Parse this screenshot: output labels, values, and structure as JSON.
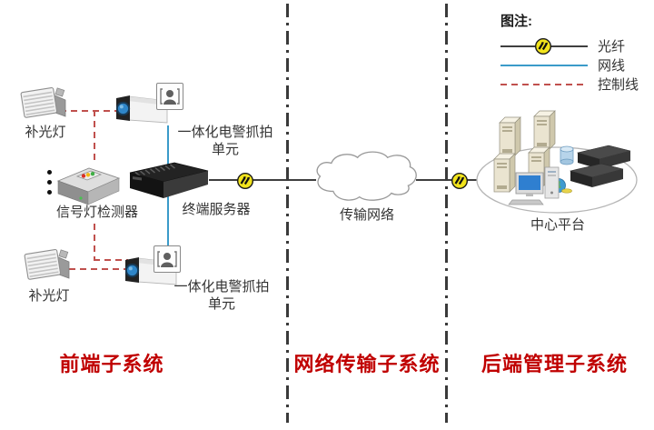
{
  "legend": {
    "title": "图注:",
    "items": [
      {
        "id": "fiber",
        "label": "光纤",
        "color": "#3f3f3f",
        "style": "solid-with-transceiver"
      },
      {
        "id": "network",
        "label": "网线",
        "color": "#3b9bc9",
        "style": "solid"
      },
      {
        "id": "control",
        "label": "控制线",
        "color": "#c0504d",
        "style": "dashed"
      }
    ]
  },
  "sections": {
    "front": {
      "title": "前端子系统"
    },
    "network": {
      "title": "网络传输子系统"
    },
    "backend": {
      "title": "后端管理子系统"
    }
  },
  "nodes": {
    "fill_light_top": {
      "label": "补光灯"
    },
    "camera_top": {
      "line1": "一体化电警抓拍",
      "line2": "单元"
    },
    "signal_detector": {
      "label": "信号灯检测器"
    },
    "terminal_server": {
      "label": "终端服务器"
    },
    "fill_light_bottom": {
      "label": "补光灯"
    },
    "camera_bottom": {
      "line1": "一体化电警抓拍",
      "line2": "单元"
    },
    "cloud": {
      "label": "传输网络"
    },
    "central_platform": {
      "label": "中心平台"
    }
  },
  "icons": {
    "fiber_transceiver": "yellow-circle-with-black-slashes",
    "more_devices": "vertical-ellipsis",
    "capture_badge": "framed-person-snapshot"
  },
  "colors": {
    "fiber_line": "#3f3f3f",
    "network_line": "#3b9bc9",
    "control_line": "#c0504d",
    "section_title": "#c00000",
    "transceiver_fill": "#f2e41c",
    "divider": "#3a3a3a"
  }
}
